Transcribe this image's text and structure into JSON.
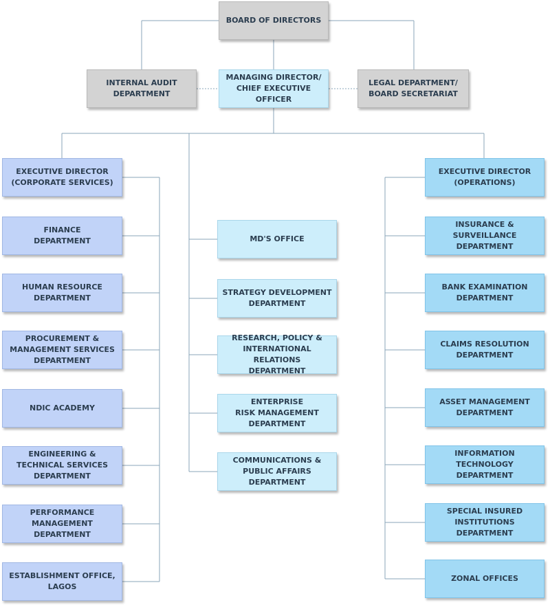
{
  "colors": {
    "top_gray": "#d3d3d3",
    "center_light_blue": "#cdeefb",
    "left_purple_blue": "#c1d3f8",
    "right_sky_blue": "#a3daf6",
    "connector": "#8aa4b8"
  },
  "top": {
    "board": "BOARD OF DIRECTORS",
    "internal_audit": "INTERNAL AUDIT\nDEPARTMENT",
    "md_ceo": "MANAGING DIRECTOR/\nCHIEF EXECUTIVE OFFICER",
    "legal": "LEGAL DEPARTMENT/\nBOARD SECRETARIAT"
  },
  "left": {
    "head": "EXECUTIVE DIRECTOR\n(CORPORATE SERVICES)",
    "items": [
      "FINANCE\nDEPARTMENT",
      "HUMAN RESOURCE\nDEPARTMENT",
      "PROCUREMENT &\nMANAGEMENT SERVICES\nDEPARTMENT",
      "NDIC ACADEMY",
      "ENGINEERING &\nTECHNICAL SERVICES\nDEPARTMENT",
      "PERFORMANCE MANAGEMENT\nDEPARTMENT",
      "ESTABLISHMENT OFFICE,\nLAGOS"
    ]
  },
  "center": {
    "items": [
      "MD'S OFFICE",
      "STRATEGY DEVELOPMENT\nDEPARTMENT",
      "RESEARCH, POLICY &\nINTERNATIONAL RELATIONS\nDEPARTMENT",
      "ENTERPRISE\nRISK MANAGEMENT\nDEPARTMENT",
      "COMMUNICATIONS &\nPUBLIC AFFAIRS\nDEPARTMENT"
    ]
  },
  "right": {
    "head": "EXECUTIVE DIRECTOR\n(OPERATIONS)",
    "items": [
      "INSURANCE & SURVEILLANCE\nDEPARTMENT",
      "BANK EXAMINATION\nDEPARTMENT",
      "CLAIMS RESOLUTION\nDEPARTMENT",
      "ASSET MANAGEMENT\nDEPARTMENT",
      "INFORMATION TECHNOLOGY\nDEPARTMENT",
      "SPECIAL INSURED\nINSTITUTIONS DEPARTMENT",
      "ZONAL OFFICES"
    ]
  }
}
